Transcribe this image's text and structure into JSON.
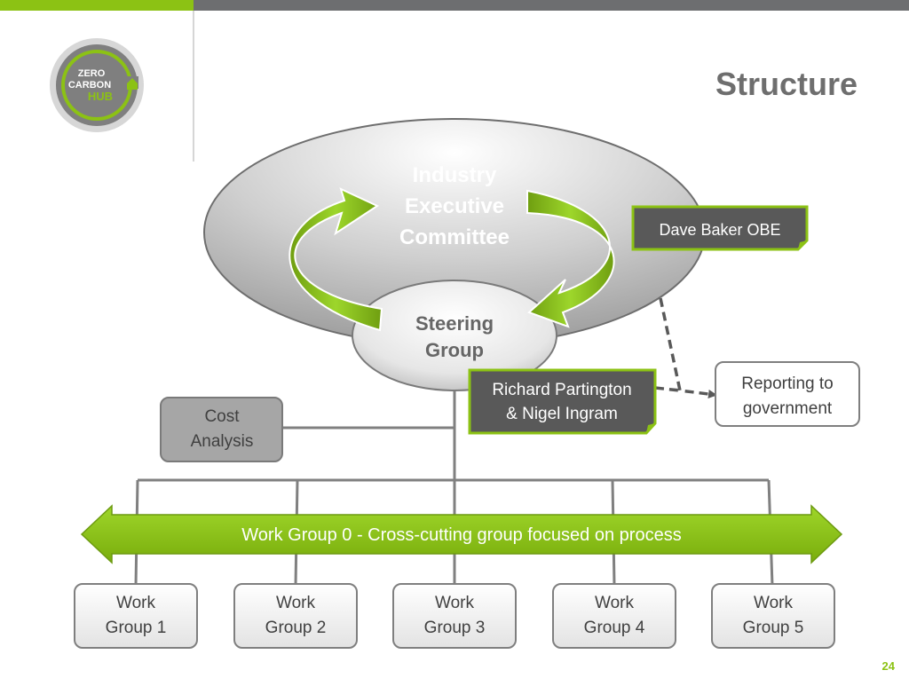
{
  "slide": {
    "title": "Structure",
    "page_number": "24"
  },
  "logo": {
    "line1": "ZERO",
    "line2": "CARBON",
    "line3": "HUB"
  },
  "diagram": {
    "executive_committee": [
      "Industry",
      "Executive",
      "Committee"
    ],
    "steering_group": [
      "Steering",
      "Group"
    ],
    "chair_label": "Dave Baker OBE",
    "steering_leads": [
      "Richard Partington",
      "& Nigel Ingram"
    ],
    "reporting": [
      "Reporting to",
      "government"
    ],
    "cost_analysis": [
      "Cost",
      "Analysis"
    ],
    "work_group_0": "Work Group 0 - Cross-cutting group focused on process",
    "work_groups": [
      [
        "Work",
        "Group 1"
      ],
      [
        "Work",
        "Group 2"
      ],
      [
        "Work",
        "Group 3"
      ],
      [
        "Work",
        "Group 4"
      ],
      [
        "Work",
        "Group 5"
      ]
    ]
  },
  "colors": {
    "accent_green": "#8cc214",
    "dark_gray": "#595959",
    "mid_gray": "#7f7f7f",
    "header_gray": "#6d6e70"
  }
}
